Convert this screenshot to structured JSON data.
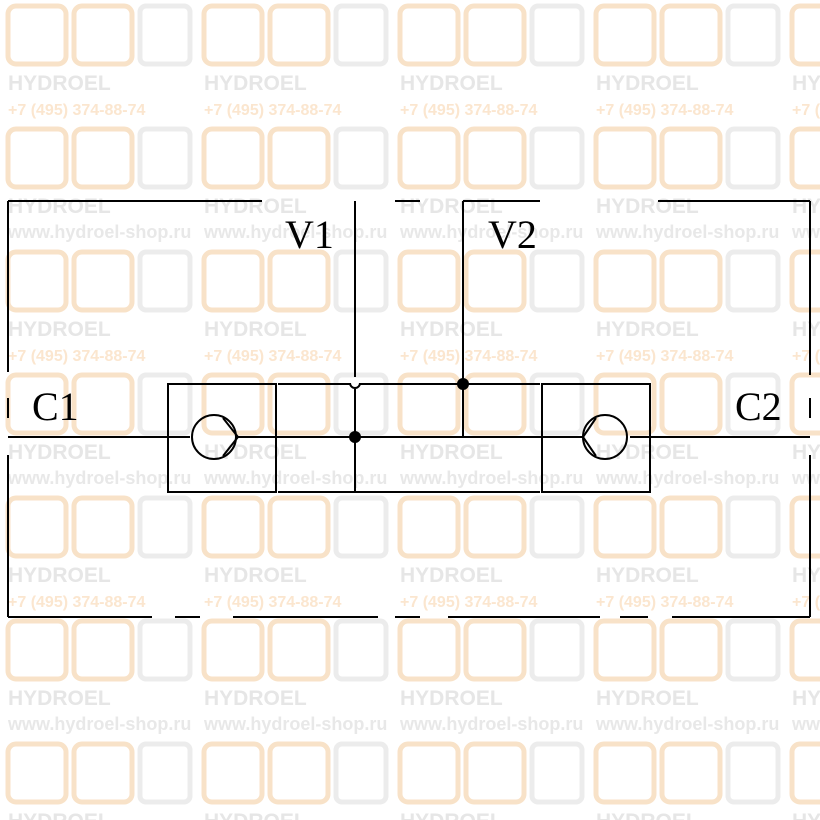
{
  "watermark": {
    "brand": "HYDROEL",
    "phone": "+7 (495) 374-88-74",
    "url": "www.hydroel-shop.ru",
    "logo_color": "#f8e2c8",
    "text_color": "#e6e6e6"
  },
  "schematic": {
    "ports": {
      "c1": "C1",
      "c2": "C2",
      "v1": "V1",
      "v2": "V2"
    },
    "line_color": "#000000",
    "components": [
      "check-valve-left",
      "check-valve-right"
    ]
  }
}
